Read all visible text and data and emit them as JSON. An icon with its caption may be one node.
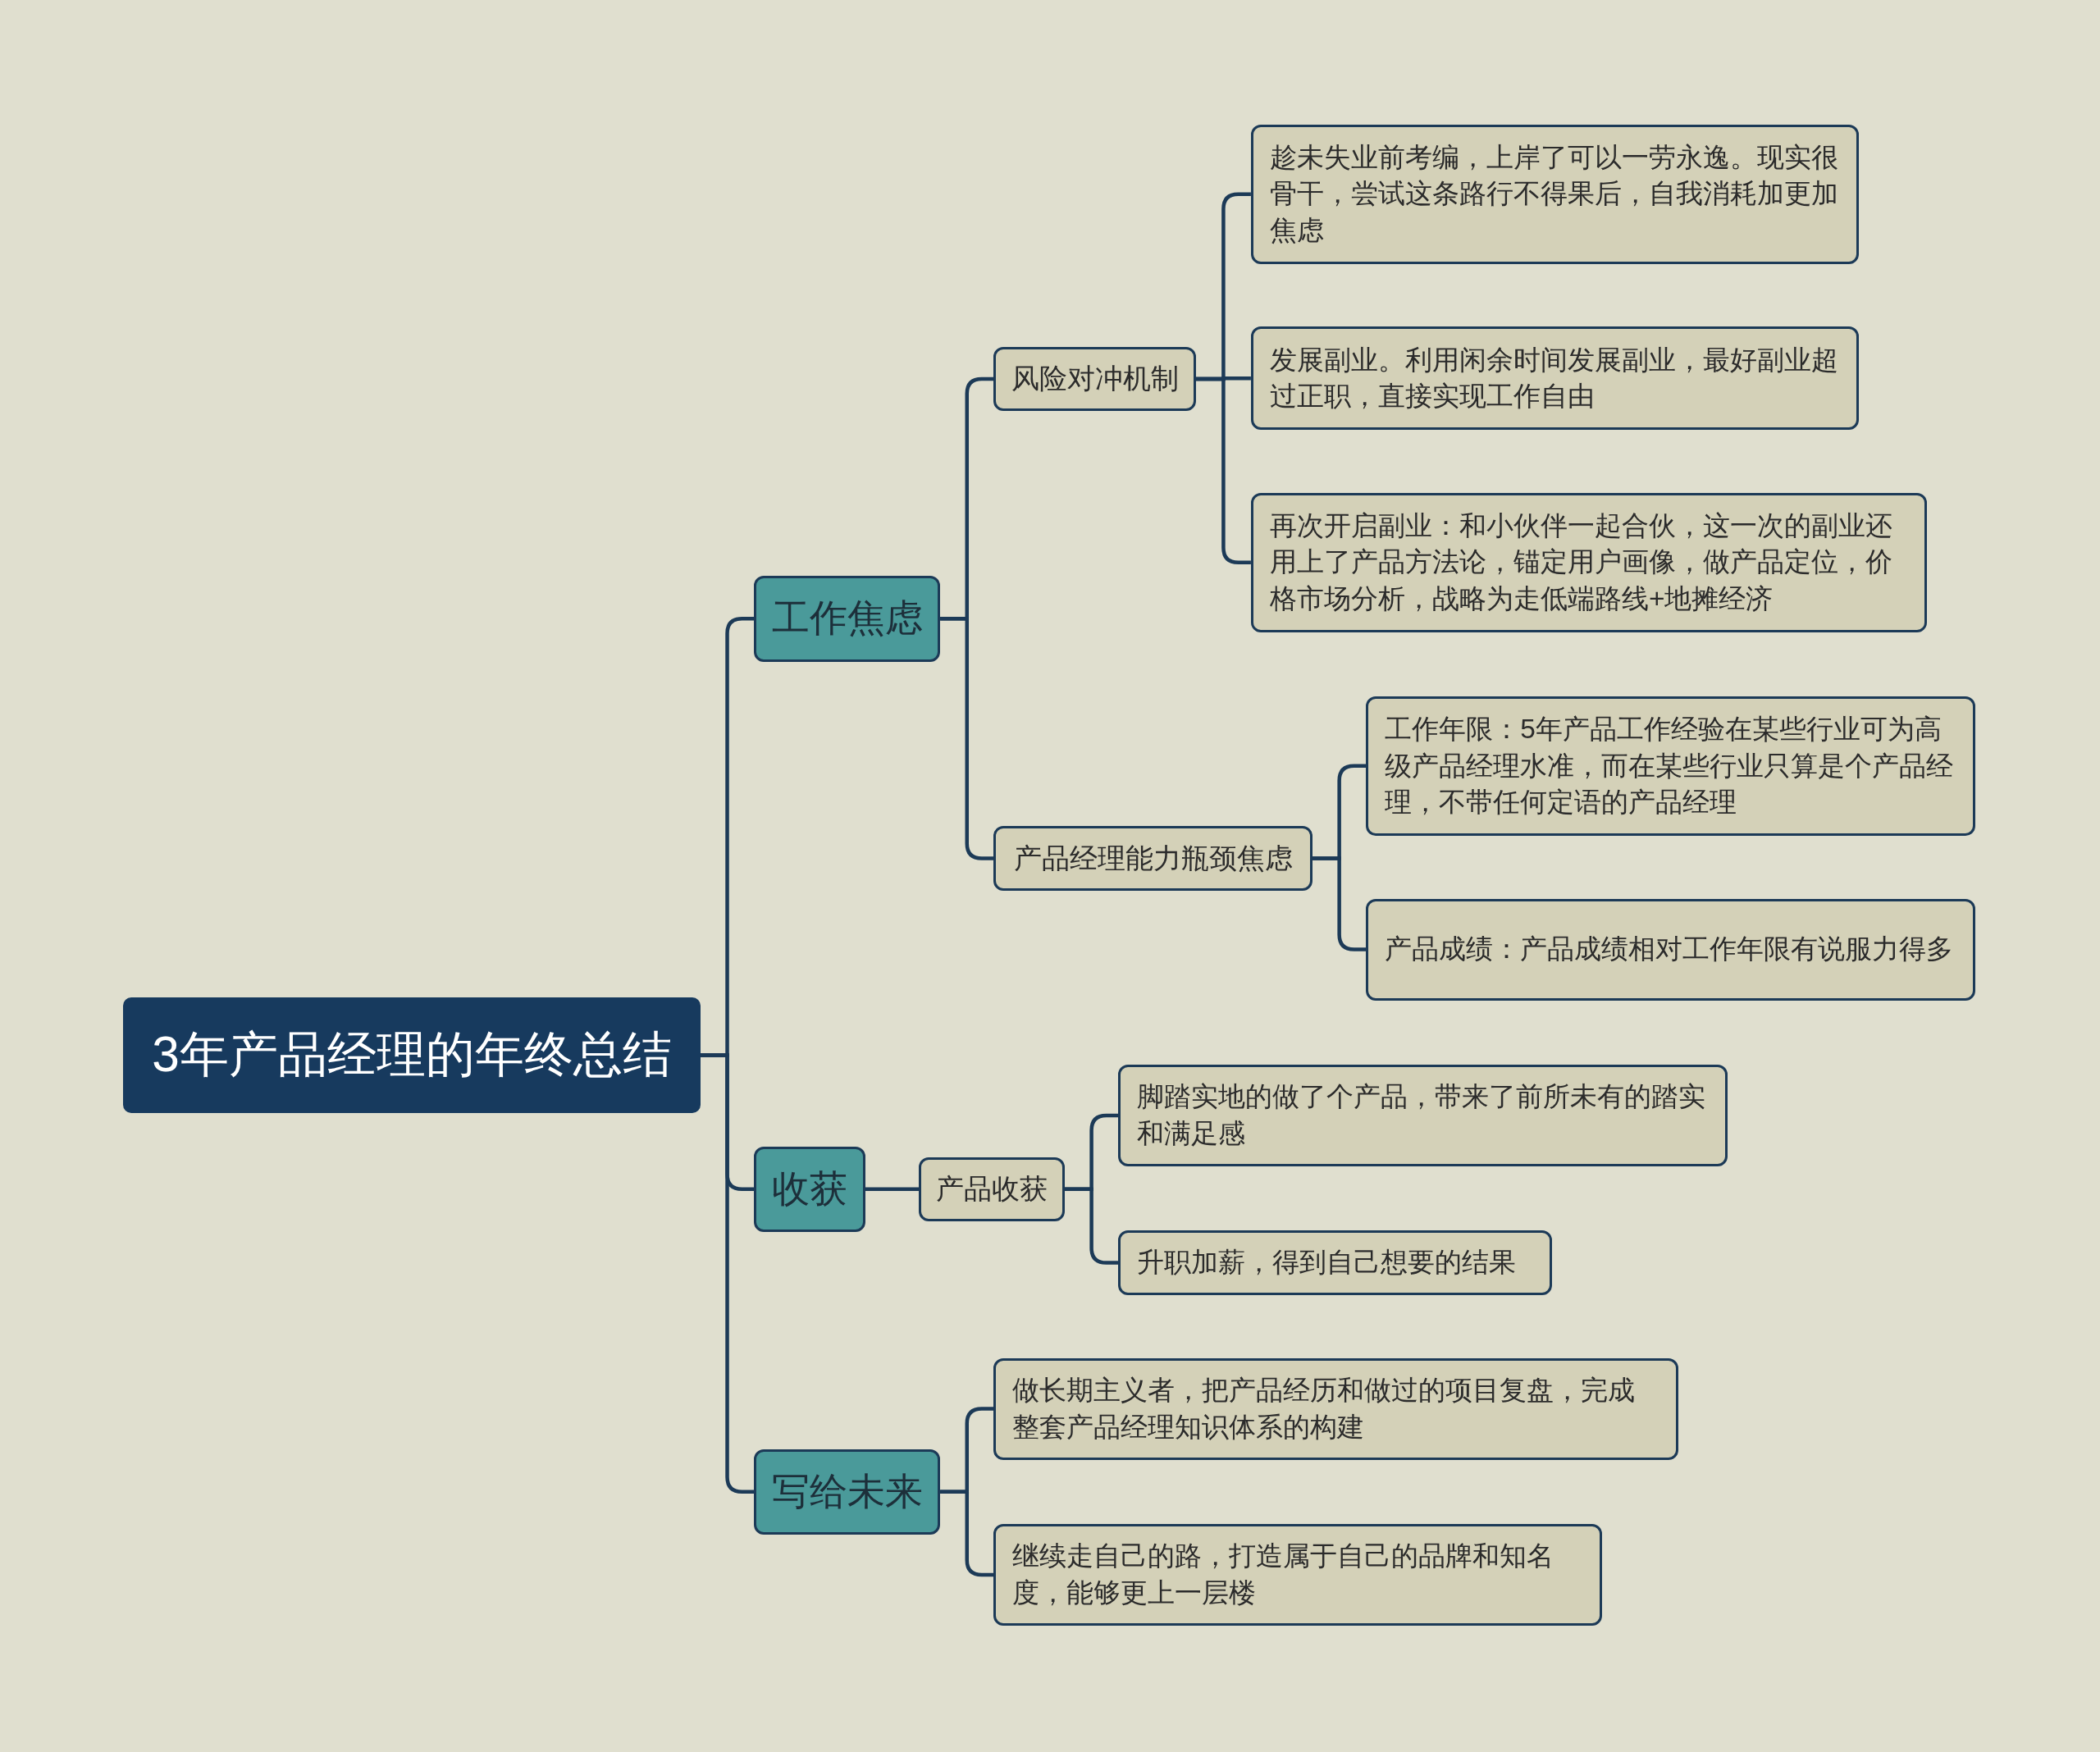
{
  "diagram": {
    "nodes": [
      {
        "text": [
          "3年产品经理的年终总结"
        ]
      },
      {
        "text": [
          "工作焦虑"
        ]
      },
      {
        "text": [
          "风险对冲机制"
        ]
      },
      {
        "text": [
          "趁未失业前考编，上岸了可以一劳永逸。现实很骨干，尝试这条路行不得果后，自我消耗加更加焦虑"
        ]
      },
      {
        "text": [
          "发展副业。利用闲余时间发展副业，最好副业超过正职，直接实现工作自由"
        ]
      },
      {
        "text": [
          "再次开启副业：和小伙伴一起合伙，这一次的副业还用上了产品方法论，锚定用户画像，做产品定位，价格市场分析，战略为走低端路线+地摊经济"
        ]
      },
      {
        "text": [
          "产品经理能力瓶颈焦虑"
        ]
      },
      {
        "text": [
          "工作年限：5年产品工作经验在某些行业可为高级产品经理水准，而在某些行业只算是个产品经理，不带任何定语的产品经理"
        ]
      },
      {
        "text": [
          "产品成绩：产品成绩相对工作年限有说服力得多"
        ]
      },
      {
        "text": [
          "收获"
        ]
      },
      {
        "text": [
          "产品收获"
        ]
      },
      {
        "text": [
          "脚踏实地的做了个产品，带来了前所未有的踏实和满足感"
        ]
      },
      {
        "text": [
          "升职加薪，得到自己想要的结果"
        ]
      },
      {
        "text": [
          "写给未来"
        ]
      },
      {
        "text": [
          "做长期主义者，把产品经历和做过的项目复盘，完成整套产品经理知识体系的构建"
        ]
      },
      {
        "text": [
          "继续走自己的路，打造属于自己的品牌和知名度，能够更上一层楼"
        ]
      }
    ],
    "edges": [
      {
        "from": 0,
        "to": 1,
        "arrow": "none"
      },
      {
        "from": 0,
        "to": 9,
        "arrow": "none"
      },
      {
        "from": 0,
        "to": 13,
        "arrow": "none"
      },
      {
        "from": 1,
        "to": 2,
        "arrow": "none"
      },
      {
        "from": 1,
        "to": 6,
        "arrow": "none"
      },
      {
        "from": 2,
        "to": 3,
        "arrow": "none"
      },
      {
        "from": 2,
        "to": 4,
        "arrow": "none"
      },
      {
        "from": 2,
        "to": 5,
        "arrow": "none"
      },
      {
        "from": 6,
        "to": 7,
        "arrow": "none"
      },
      {
        "from": 6,
        "to": 8,
        "arrow": "none"
      },
      {
        "from": 9,
        "to": 10,
        "arrow": "none"
      },
      {
        "from": 10,
        "to": 11,
        "arrow": "none"
      },
      {
        "from": 10,
        "to": 12,
        "arrow": "none"
      },
      {
        "from": 13,
        "to": 14,
        "arrow": "none"
      },
      {
        "from": 13,
        "to": 15,
        "arrow": "none"
      }
    ]
  }
}
